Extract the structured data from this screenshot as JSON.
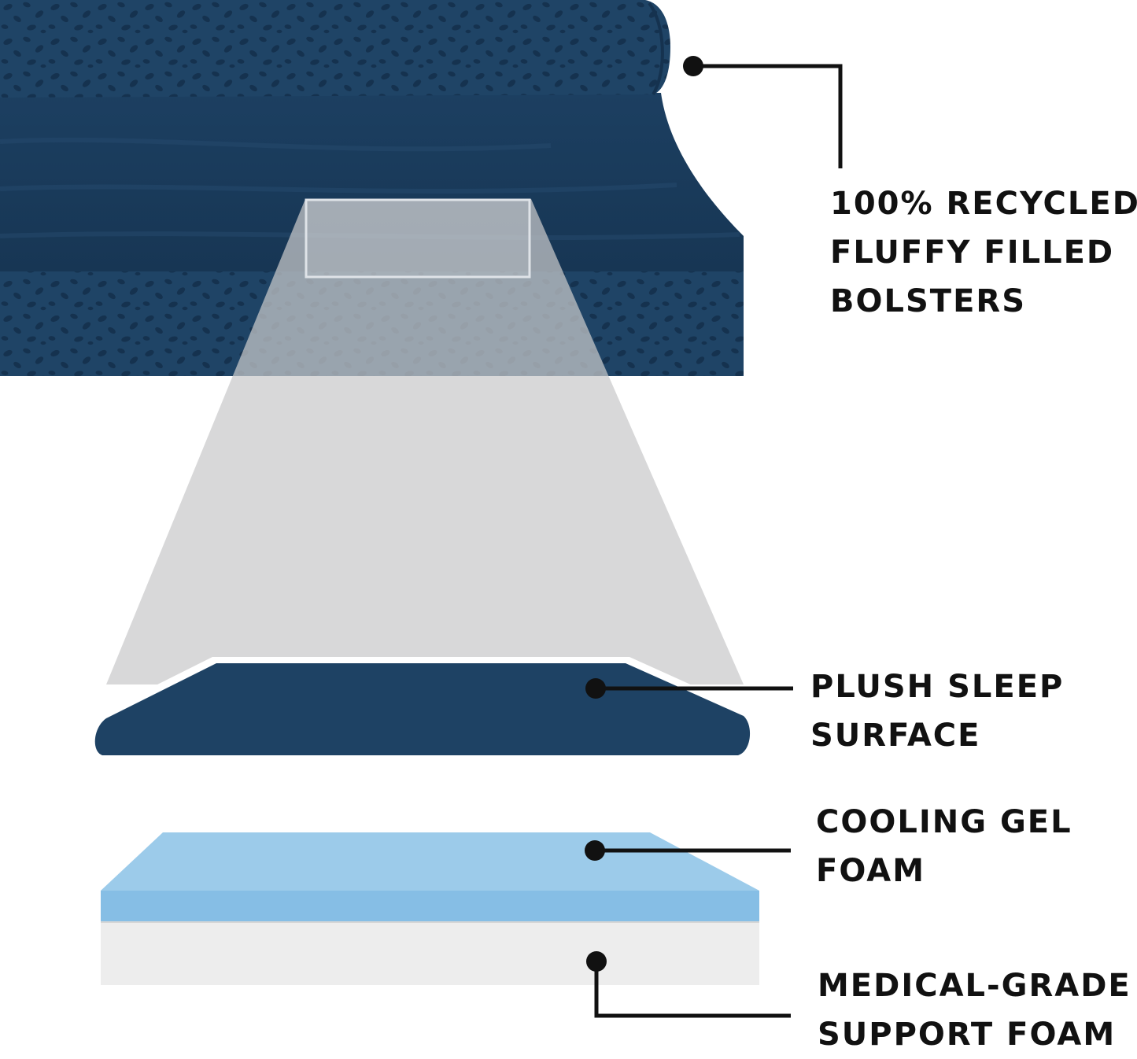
{
  "colors": {
    "background": "#ffffff",
    "fabric_navy": "#1f4466",
    "fabric_navy_dark": "#163553",
    "spots": "#15324f",
    "projection_gray": "#c9c9cb",
    "gel_blue": "#8fc3e6",
    "support_foam": "#eeeeee",
    "callout_line": "#111111"
  },
  "labels": {
    "bolsters": [
      "100% RECYCLED",
      "FLUFFY FILLED",
      "BOLSTERS"
    ],
    "plush": [
      "PLUSH SLEEP",
      "SURFACE"
    ],
    "gel": [
      "COOLING GEL",
      "FOAM"
    ],
    "support": [
      "MEDICAL-GRADE",
      "SUPPORT FOAM"
    ]
  }
}
